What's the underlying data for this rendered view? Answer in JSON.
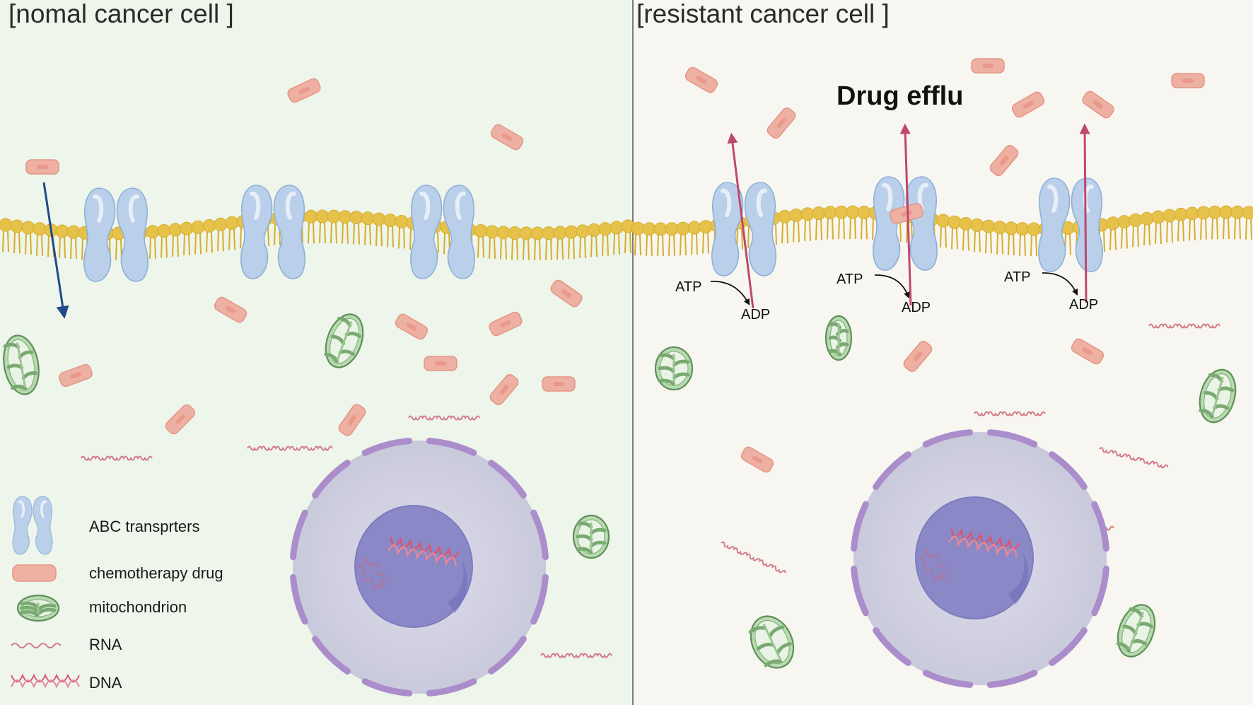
{
  "panels": {
    "normal": {
      "title": "[nomal cancer cell ]"
    },
    "resistant": {
      "title": "[resistant cancer cell ]",
      "heading": "Drug efflu",
      "atp_label": "ATP",
      "adp_label": "ADP"
    }
  },
  "legend": {
    "items": [
      {
        "icon": "abc-transporter-icon",
        "label": "ABC transprters"
      },
      {
        "icon": "chemotherapy-drug-icon",
        "label": "chemotherapy drug"
      },
      {
        "icon": "mitochondrion-icon",
        "label": "mitochondrion"
      },
      {
        "icon": "rna-icon",
        "label": "RNA"
      },
      {
        "icon": "dna-icon",
        "label": "DNA"
      }
    ]
  },
  "colors": {
    "normal_background": "#eef5ea",
    "resistant_background": "#f8f6f0",
    "membrane": "#e6c24a",
    "transporter": "#b9cfea",
    "drug": "#eeb0a2",
    "mitochondrion": "#b8dab0",
    "rna": "#d27a86",
    "influx_arrow": "#1f4a8a",
    "efflux_arrow": "#c0476e",
    "nucleus": "#d4d4e2",
    "nuclear_envelope": "#ab8dcb",
    "nucleolus": "#8a88c6"
  }
}
